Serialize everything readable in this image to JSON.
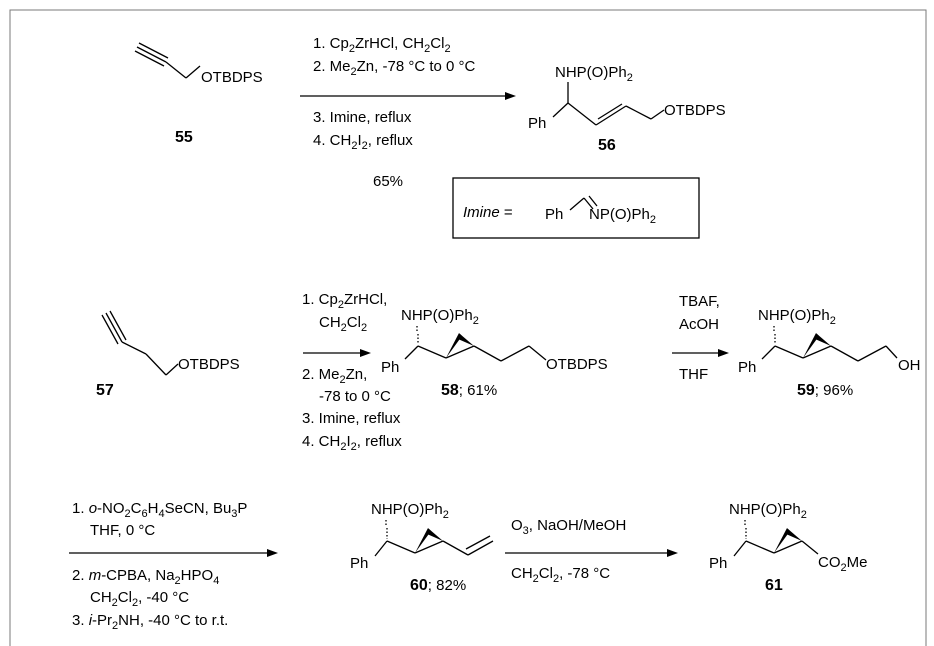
{
  "compounds": {
    "c55": "55",
    "c56": "56",
    "c57": "57",
    "c58": "58",
    "c59": "59",
    "c60": "60",
    "c61": "61"
  },
  "yields": {
    "c58": "; 61%",
    "c59": "; 96%",
    "c60": "; 82%",
    "step1_overall": "65%"
  },
  "labels": {
    "otbdps": "OTBDPS",
    "oh": "OH",
    "ph": "Ph",
    "nhp_prefix": "NHP(O)Ph",
    "np_prefix": "NP(O)Ph",
    "sub2": "2",
    "ester_prefix": "CO",
    "ester_sub": "2",
    "ester_suffix": "Me",
    "imine_italic": "Imine",
    "imine_eq": " ="
  },
  "reaction1": {
    "s1_a": "1. Cp",
    "s1_b": "ZrHCl, CH",
    "s1_c": "Cl",
    "s2_a": "2. Me",
    "s2_b": "Zn, -78 °C to 0 °C",
    "s3": "3. Imine, reflux",
    "s4_a": "4. CH",
    "s4_b": "I",
    "s4_c": ", reflux"
  },
  "reaction2": {
    "s1_a": "1. Cp",
    "s1_b": "ZrHCl,",
    "s1_line2_a": "CH",
    "s1_line2_b": "Cl",
    "s2_a": "2. Me",
    "s2_b": "Zn,",
    "s2_line2": "-78 to 0 °C",
    "s3": "3. Imine, reflux",
    "s4_a": "4. CH",
    "s4_b": "I",
    "s4_c": ", reflux"
  },
  "reaction3": {
    "r1": "TBAF,",
    "r2": "AcOH",
    "r3": "THF"
  },
  "reaction4": {
    "s1_a": "1. ",
    "s1_b": "o",
    "s1_c": "-NO",
    "s1_d": "C",
    "s1_e": "H",
    "s1_f": "SeCN, Bu",
    "s1_g": "P",
    "s1_sub_2": "2",
    "s1_sub_6": "6",
    "s1_sub_4": "4",
    "s1_sub_3": "3",
    "s1_line2": "THF, 0 °C",
    "s2_a": "2. ",
    "s2_b": "m",
    "s2_c": "-CPBA, Na",
    "s2_d": "HPO",
    "s2_sub_2": "2",
    "s2_sub_4": "4",
    "s2_line2_a": "CH",
    "s2_line2_b": "Cl",
    "s2_line2_c": ", -40 °C",
    "s3_a": "3. ",
    "s3_b": "i",
    "s3_c": "-Pr",
    "s3_d": "NH, -40 °C to r.t."
  },
  "reaction5": {
    "r1_a": "O",
    "r1_sub": "3",
    "r1_b": ", NaOH/MeOH",
    "r2_a": "CH",
    "r2_b": "Cl",
    "r2_c": ", -78 °C"
  }
}
